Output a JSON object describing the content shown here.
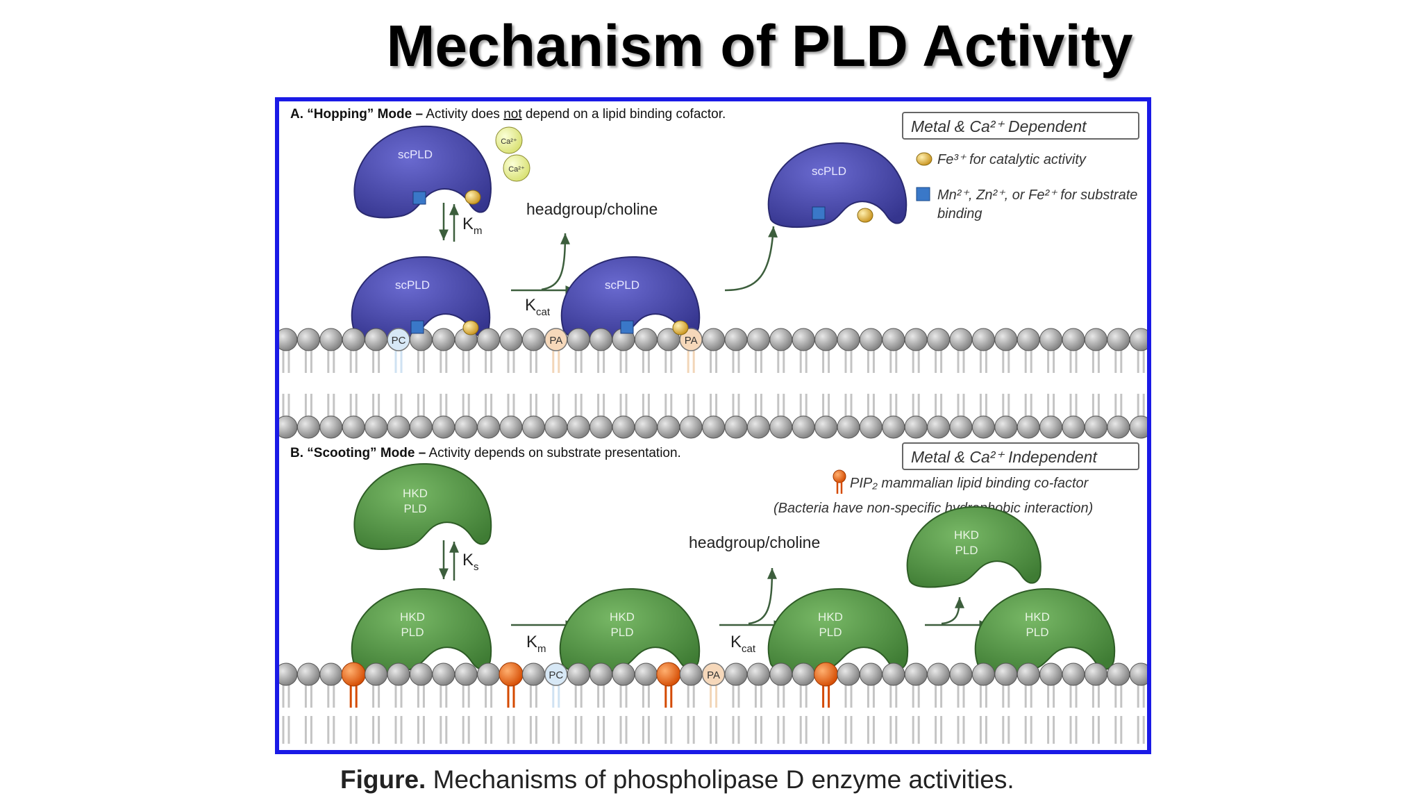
{
  "slide": {
    "title": "Mechanism of PLD Activity"
  },
  "panel_a": {
    "heading_bold": "A. “Hopping” Mode –",
    "heading_rest_1": " Activity does ",
    "heading_underline": "not",
    "heading_rest_2": " depend on a lipid binding cofactor.",
    "enzyme_label": "scPLD",
    "ca_label": "Ca²⁺",
    "km_label": "K",
    "km_sub": "m",
    "kcat_label": "K",
    "kcat_sub": "cat",
    "headgroup_label": "headgroup/choline",
    "pc_label": "PC",
    "pa_label": "PA",
    "legend_title": "Metal & Ca²⁺ Dependent",
    "legend_item1": "Fe³⁺ for catalytic activity",
    "legend_item2_line1": "Mn²⁺, Zn²⁺, or Fe²⁺ for substrate",
    "legend_item2_line2": "binding"
  },
  "panel_b": {
    "heading_bold": "B. “Scooting” Mode –",
    "heading_rest": " Activity depends on substrate presentation.",
    "enzyme_line1": "HKD",
    "enzyme_line2": "PLD",
    "ks_label": "K",
    "ks_sub": "s",
    "km_label": "K",
    "km_sub": "m",
    "kcat_label": "K",
    "kcat_sub": "cat",
    "headgroup_label": "headgroup/choline",
    "pc_label": "PC",
    "pa_label": "PA",
    "legend_title": "Metal & Ca²⁺ Independent",
    "legend_item1": "PIP₂ mammalian lipid binding co-factor",
    "legend_item2": "(Bacteria have non-specific hydrophobic interaction)"
  },
  "caption": {
    "bold": "Figure.",
    "text": " Mechanisms of phospholipase D enzyme activities."
  },
  "colors": {
    "frame": "#1a1ae6",
    "scpld": "#4a4aa8",
    "hkd": "#5a9a4a",
    "fe": "#e6b84a",
    "mn": "#3a78c8",
    "pip2": "#e8661a",
    "lipid": "#a8a8a8",
    "pc": "#d0e4f4",
    "pa": "#f4d4b4"
  }
}
